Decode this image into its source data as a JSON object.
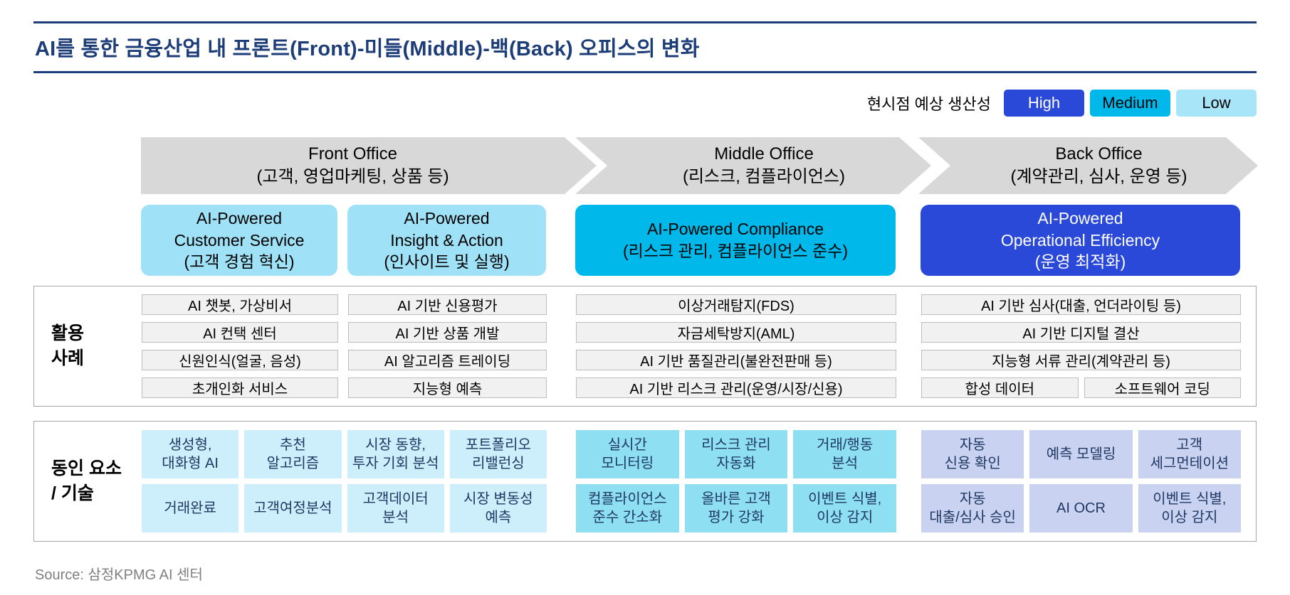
{
  "title": "AI를 통한 금융산업 내 프론트(Front)-미들(Middle)-백(Back) 오피스의 변화",
  "legend": {
    "label": "현시점 예상 생산성",
    "items": [
      {
        "label": "High",
        "color": "#2b49d8",
        "text_color": "#ffffff"
      },
      {
        "label": "Medium",
        "color": "#00b8ea",
        "text_color": "#000000"
      },
      {
        "label": "Low",
        "color": "#a9e5f8",
        "text_color": "#000000"
      }
    ]
  },
  "offices": [
    {
      "name": "Front Office",
      "subtitle": "(고객, 영업마케팅, 상품 등)"
    },
    {
      "name": "Middle Office",
      "subtitle": "(리스크, 컴플라이언스)"
    },
    {
      "name": "Back Office",
      "subtitle": "(계약관리, 심사, 운영 등)"
    }
  ],
  "categories": [
    {
      "title": "AI-Powered\nCustomer Service\n(고객 경험 혁신)",
      "productivity": "Low"
    },
    {
      "title": "AI-Powered\nInsight & Action\n(인사이트 및 실행)",
      "productivity": "Low"
    },
    {
      "title": "AI-Powered Compliance\n(리스크 관리, 컴플라이언스 준수)",
      "productivity": "Medium"
    },
    {
      "title": "AI-Powered\nOperational Efficiency\n(운영 최적화)",
      "productivity": "High"
    }
  ],
  "usage": {
    "label": "활용\n사례",
    "columns": [
      {
        "items": [
          "AI 챗봇, 가상비서",
          "AI 컨택 센터",
          "신원인식(얼굴, 음성)",
          "초개인화 서비스"
        ]
      },
      {
        "items": [
          "AI 기반 신용평가",
          "AI 기반 상품 개발",
          "AI 알고리즘 트레이딩",
          "지능형 예측"
        ]
      },
      {
        "items": [
          "이상거래탐지(FDS)",
          "자금세탁방지(AML)",
          "AI 기반 품질관리(불완전판매 등)",
          "AI 기반 리스크 관리(운영/시장/신용)"
        ]
      },
      {
        "items": [
          "AI 기반 심사(대출, 언더라이팅 등)",
          "AI 기반 디지털 결산",
          "지능형 서류 관리(계약관리 등)",
          "합성 데이터",
          "소프트웨어 코딩"
        ]
      }
    ]
  },
  "drivers": {
    "label": "동인 요소\n/ 기술",
    "groups": [
      {
        "office": "Front Office",
        "cells": [
          "생성형,\n대화형 AI",
          "추천\n알고리즘",
          "시장 동향,\n투자 기회 분석",
          "포트폴리오\n리밸런싱",
          "거래완료",
          "고객여정분석",
          "고객데이터\n분석",
          "시장 변동성\n예측"
        ]
      },
      {
        "office": "Middle Office",
        "cells": [
          "실시간\n모니터링",
          "리스크 관리\n자동화",
          "거래/행동\n분석",
          "컴플라이언스\n준수 간소화",
          "올바른 고객\n평가 강화",
          "이벤트 식별,\n이상 감지"
        ]
      },
      {
        "office": "Back Office",
        "cells": [
          "자동\n신용 확인",
          "예측 모델링",
          "고객\n세그먼테이션",
          "자동\n대출/심사 승인",
          "AI OCR",
          "이벤트 식별,\n이상 감지"
        ]
      }
    ]
  },
  "source": "Source: 삼정KPMG AI 센터",
  "colors": {
    "title_navy": "#1d3d78",
    "high_blue": "#2b49d8",
    "medium_cyan": "#00b8ea",
    "low_light_cyan": "#a9e5f8",
    "category_light_cyan": "#9fe1f6",
    "arrow_gray": "#d8d8d8",
    "usage_pill_gray": "#f1f1f1",
    "front_driver_bg": "#cdeefb",
    "middle_driver_bg": "#8edff2",
    "back_driver_bg": "#c9d2f0",
    "driver_text_navy": "#1f3864",
    "source_gray": "#7f7f7f"
  }
}
